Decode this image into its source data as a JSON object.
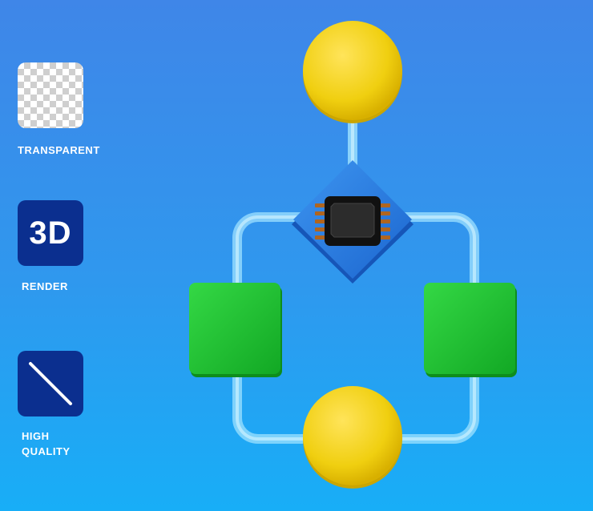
{
  "badges": {
    "transparent_caption": "TRANSPARENT",
    "render_badge_text": "3D",
    "render_caption": "RENDER",
    "quality_caption_line1": "HIGH",
    "quality_caption_line2": "QUALITY"
  },
  "colors": {
    "background_top": "#3f86e8",
    "background_bottom": "#18aef7",
    "badge_navy": "#0b2f8f",
    "node_yellow": "#f0cf10",
    "node_green": "#1fc02f",
    "diamond_blue": "#2a7fe3",
    "chip_black": "#1a1a1a",
    "connector_cyan": "#b8ecff"
  },
  "icons": {
    "transparent_badge": "checkerboard-icon",
    "quality_badge": "diagonal-line-icon",
    "processor": "microchip-icon"
  }
}
